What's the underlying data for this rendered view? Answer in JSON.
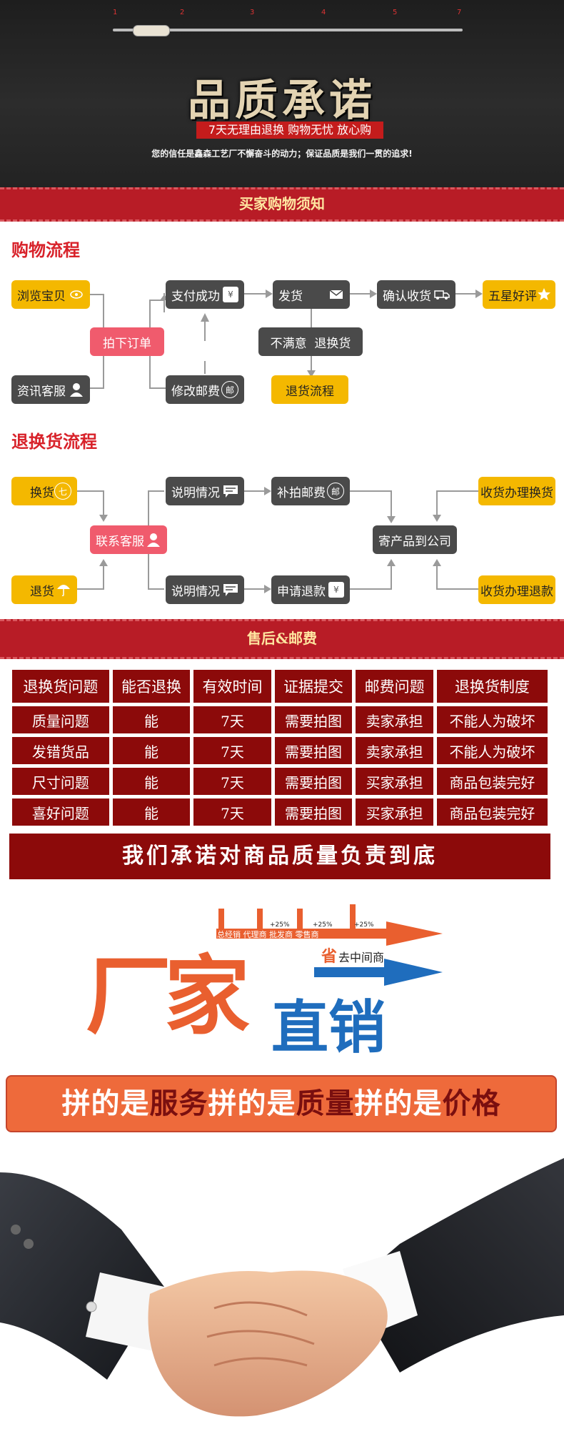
{
  "hero": {
    "ruler_ticks": [
      "1",
      "2",
      "3",
      "4",
      "5",
      "7"
    ],
    "title": "品质承诺",
    "badge": "7天无理由退换 购物无忧 放心购",
    "subtitle": "您的信任是鑫森工艺厂不懈奋斗的动力；保证品质是我们一贯的追求!"
  },
  "band1": "买家购物须知",
  "shopping_flow": {
    "title": "购物流程",
    "browse": "浏览宝贝",
    "order": "拍下订单",
    "service": "资讯客服",
    "paid": "支付成功",
    "modify_postage": "修改邮费",
    "ship": "发货",
    "unsatisfied": "不满意  退换货",
    "return_flow": "退货流程",
    "confirm": "确认收货",
    "five_star": "五星好评"
  },
  "return_flow": {
    "title": "退换货流程",
    "exchange": "换货",
    "return": "退货",
    "contact": "联系客服",
    "explain1": "说明情况",
    "explain2": "说明情况",
    "pay_postage": "补拍邮费",
    "refund": "申请退款",
    "send_to": "寄产品到公司",
    "handle_exchange": "收货办理换货",
    "handle_refund": "收货办理退款"
  },
  "band2": "售后&邮费",
  "table": {
    "headers": [
      "退换货问题",
      "能否退换",
      "有效时间",
      "证据提交",
      "邮费问题",
      "退换货制度"
    ],
    "rows": [
      [
        "质量问题",
        "能",
        "7天",
        "需要拍图",
        "卖家承担",
        "不能人为破坏"
      ],
      [
        "发错货品",
        "能",
        "7天",
        "需要拍图",
        "卖家承担",
        "不能人为破坏"
      ],
      [
        "尺寸问题",
        "能",
        "7天",
        "需要拍图",
        "买家承担",
        "商品包装完好"
      ],
      [
        "喜好问题",
        "能",
        "7天",
        "需要拍图",
        "买家承担",
        "商品包装完好"
      ]
    ]
  },
  "promise": "我们承诺对商品质量负责到底",
  "factory": {
    "big1": "厂家",
    "big2": "直销",
    "chain": "总经销 代理商 批发商 零售商",
    "pct": "+25%",
    "save": "省",
    "save_rest": "去中间商"
  },
  "slogan": {
    "p1": "拼的是",
    "p2": "服务",
    "p3": "拼的是",
    "p4": "质量",
    "p5": "拼的是",
    "p6": "价格"
  },
  "colors": {
    "accent_red": "#b81c26",
    "table_red": "#8c0a0a",
    "yellow": "#f4b800",
    "dark": "#4a4a4a",
    "pink": "#f05b6d",
    "orange": "#e95f2f",
    "blue": "#1f6dbd"
  }
}
